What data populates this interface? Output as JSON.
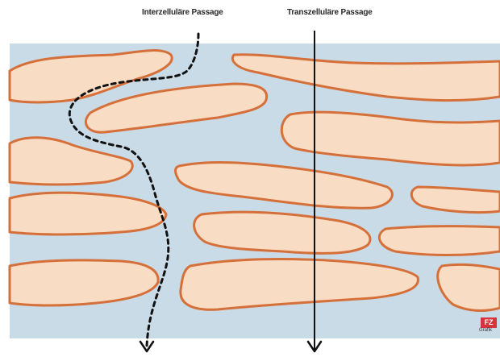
{
  "labels": {
    "intercellular": "Interzelluläre Passage",
    "transcellular": "Transzelluläre Passage"
  },
  "logo": {
    "mark": "FZ",
    "caption": "Grafik"
  },
  "colors": {
    "background": "#c9dbe6",
    "cell_fill": "#f8dcc4",
    "cell_outline": "#d6703a",
    "arrow": "#111111"
  }
}
